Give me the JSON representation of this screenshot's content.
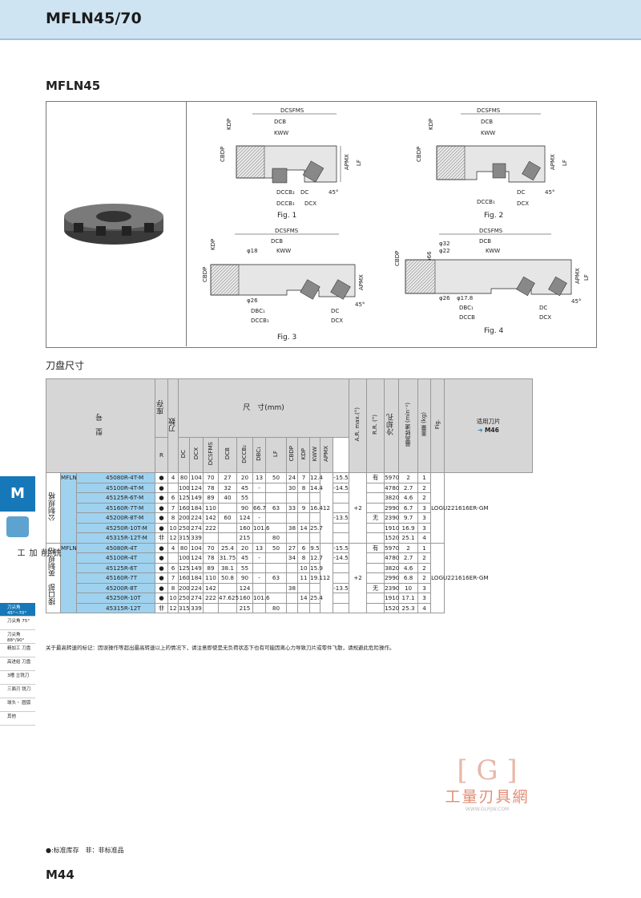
{
  "header": {
    "title": "MFLN45/70"
  },
  "section_title": "MFLN45",
  "figures": {
    "fig1": {
      "caption": "Fig. 1",
      "labels": [
        "DCSFMS",
        "DCB",
        "KWW",
        "KDP",
        "CBDP",
        "APMX",
        "LF",
        "DCCB₂",
        "DC",
        "DCCB₁",
        "DCX",
        "45°"
      ]
    },
    "fig2": {
      "caption": "Fig. 2",
      "labels": [
        "DCSFMS",
        "DCB",
        "KWW",
        "KDP",
        "CBDP",
        "APMX",
        "LF",
        "DCCB₁",
        "DC",
        "DCX",
        "45°"
      ]
    },
    "fig3": {
      "caption": "Fig. 3",
      "labels": [
        "DCSFMS",
        "DCB",
        "KWW",
        "KDP",
        "CBDP",
        "APMX",
        "LF",
        "DBC₁",
        "DC",
        "DCCB₁",
        "DCX",
        "45°",
        "φ18",
        "φ26"
      ]
    },
    "fig4": {
      "caption": "Fig. 4",
      "labels": [
        "DCSFMS",
        "DCB",
        "KWW",
        "KDP",
        "CBDP",
        "APMX",
        "LF",
        "DBC₁",
        "DC",
        "DCCB",
        "DCX",
        "45°",
        "φ32",
        "φ22",
        "φ66",
        "φ26",
        "φ17.8"
      ]
    }
  },
  "subtitle": "刀盘尺寸",
  "table": {
    "header": {
      "model": "型　号",
      "stock": "库存",
      "teeth": "刀数",
      "dims": "尺　寸(mm)",
      "R": "R",
      "cols": [
        "DC",
        "DCX",
        "DCSFMS",
        "DCB",
        "DCCB₂",
        "DBC₁",
        "LF",
        "CBDP",
        "KDP",
        "KWW",
        "APMX"
      ],
      "ar": "A.R. max.(°)",
      "rr": "R.R. (°)",
      "coolant": "冷却孔",
      "maxspeed": "最高转速 (min⁻¹)",
      "weight": "重量 (kg)",
      "fig": "Fig.",
      "insert_label": "适用刀片",
      "insert_ref": "M46"
    },
    "groups": [
      {
        "side": "公制规格",
        "prefix": "MFLN",
        "insert": "LOGU221616ER-GM",
        "ar": "12",
        "rr": "+2",
        "rows": [
          {
            "code": "45080R-4T-M",
            "stock": "●",
            "z": "4",
            "dc": "80",
            "dcx": "104",
            "dcsfms": "70",
            "dcb": "27",
            "dccb2": "20",
            "dbc1": "13",
            "lf": "50",
            "cbdp": "24",
            "kdp": "7",
            "kww": "12.4",
            "arv": "-15.5",
            "cool": "有",
            "speed": "5970",
            "wt": "2",
            "fig": "1"
          },
          {
            "code": "45100R-4T-M",
            "stock": "●",
            "z": "",
            "dc": "100",
            "dcx": "124",
            "dcsfms": "78",
            "dcb": "32",
            "dccb2": "45",
            "dbc1": "-",
            "lf": "",
            "cbdp": "30",
            "kdp": "8",
            "kww": "14.4",
            "arv": "-14.5",
            "cool": "",
            "speed": "4780",
            "wt": "2.7",
            "fig": "2"
          },
          {
            "code": "45125R-6T-M",
            "stock": "●",
            "z": "6",
            "dc": "125",
            "dcx": "149",
            "dcsfms": "89",
            "dcb": "40",
            "dccb2": "55",
            "dbc1": "",
            "lf": "",
            "cbdp": "",
            "kdp": "",
            "kww": "",
            "arv": "",
            "cool": "",
            "speed": "3820",
            "wt": "4.6",
            "fig": "2"
          },
          {
            "code": "45160R-7T-M",
            "stock": "●",
            "z": "7",
            "dc": "160",
            "dcx": "184",
            "dcsfms": "110",
            "dcb": "",
            "dccb2": "90",
            "dbc1": "66.7",
            "lf": "63",
            "cbdp": "33",
            "kdp": "9",
            "kww": "16.4",
            "arv": "",
            "cool": "",
            "speed": "2990",
            "wt": "6.7",
            "fig": "3"
          },
          {
            "code": "45200R-8T-M",
            "stock": "●",
            "z": "8",
            "dc": "200",
            "dcx": "224",
            "dcsfms": "142",
            "dcb": "60",
            "dccb2": "124",
            "dbc1": "-",
            "lf": "",
            "cbdp": "",
            "kdp": "",
            "kww": "",
            "arv": "-13.5",
            "cool": "无",
            "speed": "2390",
            "wt": "9.7",
            "fig": "3"
          },
          {
            "code": "45250R-10T-M",
            "stock": "●",
            "z": "10",
            "dc": "250",
            "dcx": "274",
            "dcsfms": "222",
            "dcb": "",
            "dccb2": "160",
            "dbc1": "101.6",
            "lf": "",
            "cbdp": "38",
            "kdp": "14",
            "kww": "25.7",
            "arv": "",
            "cool": "",
            "speed": "1910",
            "wt": "16.9",
            "fig": "3"
          },
          {
            "code": "45315R-12T-M",
            "stock": "非",
            "z": "12",
            "dc": "315",
            "dcx": "339",
            "dcsfms": "",
            "dcb": "",
            "dccb2": "215",
            "dbc1": "",
            "lf": "80",
            "cbdp": "",
            "kdp": "",
            "kww": "",
            "arv": "",
            "cool": "",
            "speed": "1520",
            "wt": "25.1",
            "fig": "4"
          }
        ]
      },
      {
        "side": "接口部　英制规格",
        "prefix": "MFLN",
        "insert": "LOGU221616ER-GM",
        "ar": "12",
        "rr": "+2",
        "rows": [
          {
            "code": "45080R-4T",
            "stock": "●",
            "z": "4",
            "dc": "80",
            "dcx": "104",
            "dcsfms": "70",
            "dcb": "25.4",
            "dccb2": "20",
            "dbc1": "13",
            "lf": "50",
            "cbdp": "27",
            "kdp": "6",
            "kww": "9.5",
            "arv": "-15.5",
            "cool": "有",
            "speed": "5970",
            "wt": "2",
            "fig": "1"
          },
          {
            "code": "45100R-4T",
            "stock": "●",
            "z": "",
            "dc": "100",
            "dcx": "124",
            "dcsfms": "78",
            "dcb": "31.75",
            "dccb2": "45",
            "dbc1": "-",
            "lf": "",
            "cbdp": "34",
            "kdp": "8",
            "kww": "12.7",
            "arv": "-14.5",
            "cool": "",
            "speed": "4780",
            "wt": "2.7",
            "fig": "2"
          },
          {
            "code": "45125R-6T",
            "stock": "●",
            "z": "6",
            "dc": "125",
            "dcx": "149",
            "dcsfms": "89",
            "dcb": "38.1",
            "dccb2": "55",
            "dbc1": "",
            "lf": "",
            "cbdp": "",
            "kdp": "10",
            "kww": "15.9",
            "arv": "",
            "cool": "",
            "speed": "3820",
            "wt": "4.6",
            "fig": "2"
          },
          {
            "code": "45160R-7T",
            "stock": "●",
            "z": "7",
            "dc": "160",
            "dcx": "184",
            "dcsfms": "110",
            "dcb": "50.8",
            "dccb2": "90",
            "dbc1": "-",
            "lf": "63",
            "cbdp": "",
            "kdp": "11",
            "kww": "19.1",
            "arv": "",
            "cool": "",
            "speed": "2990",
            "wt": "6.8",
            "fig": "2"
          },
          {
            "code": "45200R-8T",
            "stock": "●",
            "z": "8",
            "dc": "200",
            "dcx": "224",
            "dcsfms": "142",
            "dcb": "",
            "dccb2": "124",
            "dbc1": "",
            "lf": "",
            "cbdp": "38",
            "kdp": "",
            "kww": "",
            "arv": "-13.5",
            "cool": "无",
            "speed": "2390",
            "wt": "10",
            "fig": "3"
          },
          {
            "code": "45250R-10T",
            "stock": "●",
            "z": "10",
            "dc": "250",
            "dcx": "274",
            "dcsfms": "222",
            "dcb": "47.625",
            "dccb2": "160",
            "dbc1": "101.6",
            "lf": "",
            "cbdp": "",
            "kdp": "14",
            "kww": "25.4",
            "arv": "",
            "cool": "",
            "speed": "1910",
            "wt": "17.1",
            "fig": "3"
          },
          {
            "code": "45315R-12T",
            "stock": "非",
            "z": "12",
            "dc": "315",
            "dcx": "339",
            "dcsfms": "",
            "dcb": "",
            "dccb2": "215",
            "dbc1": "",
            "lf": "80",
            "cbdp": "",
            "kdp": "",
            "kww": "",
            "arv": "",
            "cool": "",
            "speed": "1520",
            "wt": "25.3",
            "fig": "4"
          }
        ]
      }
    ],
    "merged": {
      "g1_z_4": "4",
      "g1_dcb_40": "40",
      "g1_dcb_60": "60",
      "g1_dcsfms_222": "222",
      "g1_lf_50": "50",
      "g1_lf_63": "63",
      "g1_cool_有": "有",
      "g1_dbc1_dash": "-",
      "g2_z_4": "4",
      "g2_dcsfms_222": "222",
      "g2_lf_50": "50",
      "g2_lf_63": "63",
      "g2_cbdp_38": "38",
      "g2_cool_有": "有",
      "g2_dbc1_dash": "-"
    }
  },
  "note": "关于最高转速的标记：因误操作等超出最高转速以上的情况下，请注意即使是无负荷状态下也有可能因离心力导致刀片或零件飞散，请规避此危险操作。",
  "sidebar": {
    "letter": "M",
    "vertical": "铣削加工",
    "items": [
      "刀尖角 45°~70°",
      "刀尖角 75°",
      "刀尖角 88°/90°",
      "精加工 刀盘",
      "高进给 刀盘",
      "3槽 立铣刀",
      "三面刃 铣刀",
      "球头・ 圆弧",
      "其他"
    ]
  },
  "watermark": {
    "text": "工量刃具網",
    "url": "WWW.GLRJW.COM"
  },
  "legend": "●:标准库存　非：非标准品",
  "page_number": "M44",
  "colors": {
    "header_bg": "#cfe4f2",
    "accent": "#1678b8",
    "cell_blue": "#9fd2ef"
  }
}
